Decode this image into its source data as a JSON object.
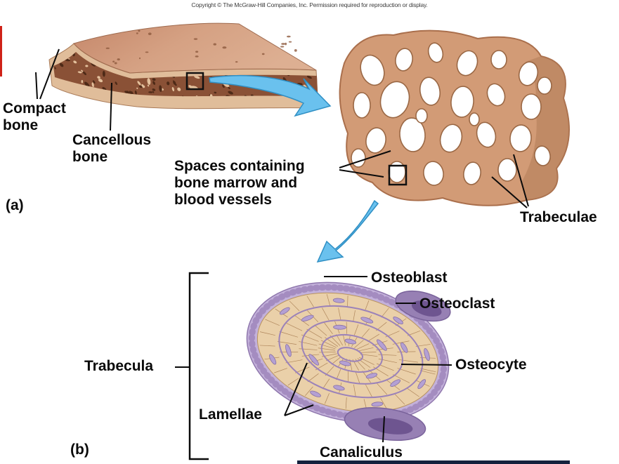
{
  "copyright": "Copyright © The McGraw-Hill Companies, Inc. Permission required for reproduction or display.",
  "panel_a": {
    "tag": "(a)",
    "labels": {
      "compact_bone": "Compact bone",
      "cancellous_bone": "Cancellous bone",
      "spaces": "Spaces containing bone marrow and blood vessels",
      "trabeculae": "Trabeculae"
    }
  },
  "panel_b": {
    "tag": "(b)",
    "labels": {
      "trabecula": "Trabecula",
      "osteoblast": "Osteoblast",
      "osteoclast": "Osteoclast",
      "osteocyte": "Osteocyte",
      "lamellae": "Lamellae",
      "canaliculus": "Canaliculus"
    }
  },
  "colors": {
    "arrow_blue": "#6ac1ee",
    "arrow_blue_edge": "#2f8fc4",
    "bone_tan": "#d29b76",
    "slab_face": "#e0bd9a",
    "spongy_brown": "#8a5136",
    "lamella_tan": "#ead0a9",
    "cell_purple": "#9780b4",
    "rim_purple": "#c3b1da",
    "leader_black": "#0a0a0a",
    "edge_red": "#cf2218",
    "footer_navy": "#14213d"
  }
}
